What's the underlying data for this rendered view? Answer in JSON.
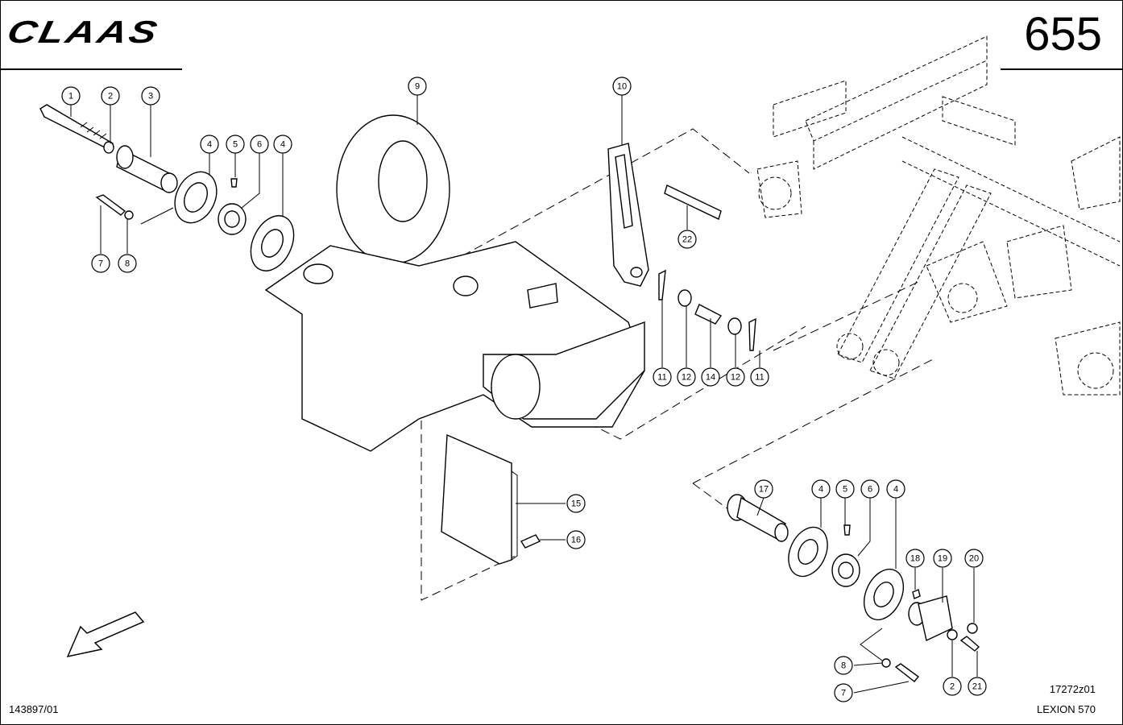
{
  "header": {
    "logo_text": "CLAAS",
    "page_number": "655"
  },
  "footer": {
    "doc_number": "143897/01",
    "drawing_code": "17272z01",
    "model": "LEXION  570"
  },
  "callouts": [
    {
      "id": "c1",
      "label": "1"
    },
    {
      "id": "c2a",
      "label": "2"
    },
    {
      "id": "c3",
      "label": "3"
    },
    {
      "id": "c4a",
      "label": "4"
    },
    {
      "id": "c5a",
      "label": "5"
    },
    {
      "id": "c6a",
      "label": "6"
    },
    {
      "id": "c4b",
      "label": "4"
    },
    {
      "id": "c7a",
      "label": "7"
    },
    {
      "id": "c8a",
      "label": "8"
    },
    {
      "id": "c9",
      "label": "9"
    },
    {
      "id": "c10",
      "label": "10"
    },
    {
      "id": "c22",
      "label": "22"
    },
    {
      "id": "c11a",
      "label": "11"
    },
    {
      "id": "c12a",
      "label": "12"
    },
    {
      "id": "c14",
      "label": "14"
    },
    {
      "id": "c12b",
      "label": "12"
    },
    {
      "id": "c11b",
      "label": "11"
    },
    {
      "id": "c15",
      "label": "15"
    },
    {
      "id": "c16",
      "label": "16"
    },
    {
      "id": "c17",
      "label": "17"
    },
    {
      "id": "c4c",
      "label": "4"
    },
    {
      "id": "c5b",
      "label": "5"
    },
    {
      "id": "c6b",
      "label": "6"
    },
    {
      "id": "c4d",
      "label": "4"
    },
    {
      "id": "c18",
      "label": "18"
    },
    {
      "id": "c19",
      "label": "19"
    },
    {
      "id": "c20",
      "label": "20"
    },
    {
      "id": "c8b",
      "label": "8"
    },
    {
      "id": "c7b",
      "label": "7"
    },
    {
      "id": "c2b",
      "label": "2"
    },
    {
      "id": "c21",
      "label": "21"
    }
  ]
}
